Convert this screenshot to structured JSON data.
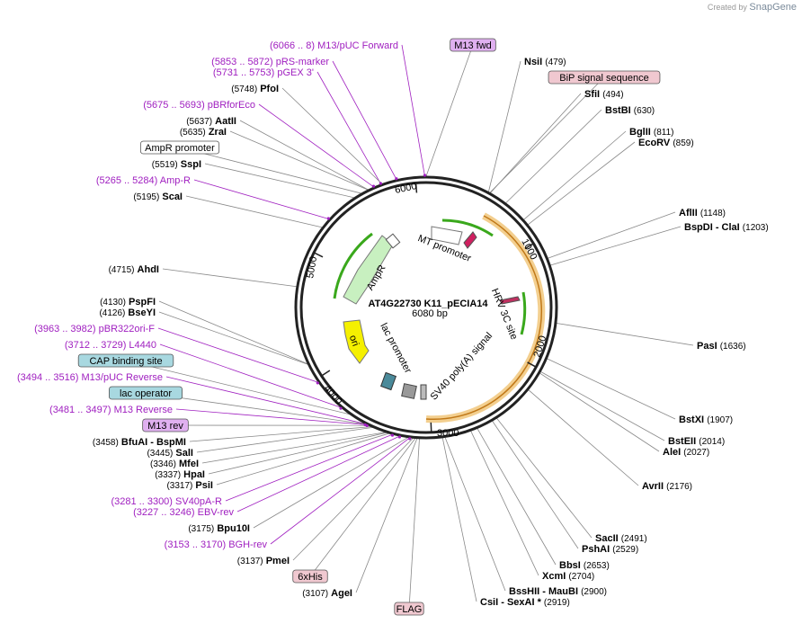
{
  "watermark": {
    "prefix": "Created by",
    "brand": "SnapGene"
  },
  "plasmid": {
    "name": "AT4G22730 K11_pECIA14",
    "length": "6080 bp",
    "total_bp": 6080
  },
  "ticks": [
    "1000",
    "2000",
    "3000",
    "4000",
    "5000",
    "6000"
  ],
  "interior_features": [
    "MT promoter",
    "HRV 3C site",
    "SV40 poly(A) signal",
    "lac promoter",
    "AmpR",
    "ori"
  ],
  "labels": [
    {
      "kind": "primer",
      "text": "(6066 .. 8)  M13/pUC Forward"
    },
    {
      "kind": "boxed-purple",
      "text": "M13 fwd"
    },
    {
      "kind": "primer",
      "text": "(5853 .. 5872)  pRS-marker"
    },
    {
      "kind": "primer",
      "text": "(5731 .. 5753)  pGEX 3'"
    },
    {
      "kind": "site",
      "coord": "(5748)",
      "name": "PfoI"
    },
    {
      "kind": "primer",
      "text": "(5675 .. 5693)  pBRforEco"
    },
    {
      "kind": "site",
      "coord": "(5637)",
      "name": "AatII"
    },
    {
      "kind": "site",
      "coord": "(5635)",
      "name": "ZraI"
    },
    {
      "kind": "boxed-white",
      "text": "AmpR promoter"
    },
    {
      "kind": "site",
      "coord": "(5519)",
      "name": "SspI"
    },
    {
      "kind": "primer",
      "text": "(5265 .. 5284)  Amp-R"
    },
    {
      "kind": "site",
      "coord": "(5195)",
      "name": "ScaI"
    },
    {
      "kind": "site",
      "coord": "(4715)",
      "name": "AhdI"
    },
    {
      "kind": "site",
      "coord": "(4130)",
      "name": "PspFI"
    },
    {
      "kind": "site",
      "coord": "(4126)",
      "name": "BseYI"
    },
    {
      "kind": "primer",
      "text": "(3963 .. 3982)  pBR322ori-F"
    },
    {
      "kind": "primer",
      "text": "(3712 .. 3729)  L4440"
    },
    {
      "kind": "boxed-teal",
      "text": "CAP binding site"
    },
    {
      "kind": "primer",
      "text": "(3494 .. 3516)  M13/pUC Reverse"
    },
    {
      "kind": "boxed-teal",
      "text": "lac operator"
    },
    {
      "kind": "primer",
      "text": "(3481 .. 3497)  M13 Reverse"
    },
    {
      "kind": "boxed-purple",
      "text": "M13 rev"
    },
    {
      "kind": "site",
      "coord": "(3458)",
      "name": "BfuAI   -  BspMI"
    },
    {
      "kind": "site",
      "coord": "(3445)",
      "name": "SalI"
    },
    {
      "kind": "site",
      "coord": "(3346)",
      "name": "MfeI"
    },
    {
      "kind": "site",
      "coord": "(3337)",
      "name": "HpaI"
    },
    {
      "kind": "site",
      "coord": "(3317)",
      "name": "PsiI"
    },
    {
      "kind": "primer",
      "text": "(3281 .. 3300)  SV40pA-R"
    },
    {
      "kind": "primer",
      "text": "(3227 .. 3246)  EBV-rev"
    },
    {
      "kind": "site",
      "coord": "(3175)",
      "name": "Bpu10I"
    },
    {
      "kind": "primer",
      "text": "(3153 .. 3170)  BGH-rev"
    },
    {
      "kind": "site",
      "coord": "(3137)",
      "name": "PmeI"
    },
    {
      "kind": "boxed-pink",
      "text": "6xHis"
    },
    {
      "kind": "site",
      "coord": "(3107)",
      "name": "AgeI"
    },
    {
      "kind": "boxed-pink",
      "text": "FLAG"
    },
    {
      "kind": "site",
      "coord": "(479)",
      "name": "NsiI"
    },
    {
      "kind": "boxed-pink",
      "text": "BiP signal sequence"
    },
    {
      "kind": "site",
      "coord": "(494)",
      "name": "SfiI"
    },
    {
      "kind": "site",
      "coord": "(630)",
      "name": "BstBI"
    },
    {
      "kind": "site",
      "coord": "(811)",
      "name": "BglII"
    },
    {
      "kind": "site",
      "coord": "(859)",
      "name": "EcoRV"
    },
    {
      "kind": "site",
      "coord": "(1148)",
      "name": "AflII"
    },
    {
      "kind": "site",
      "coord": "(1203)",
      "name": "BspDI   -  ClaI"
    },
    {
      "kind": "site",
      "coord": "(1636)",
      "name": "PasI"
    },
    {
      "kind": "site",
      "coord": "(1907)",
      "name": "BstXI"
    },
    {
      "kind": "site",
      "coord": "(2014)",
      "name": "BstEII"
    },
    {
      "kind": "site",
      "coord": "(2027)",
      "name": "AleI"
    },
    {
      "kind": "site",
      "coord": "(2176)",
      "name": "AvrII"
    },
    {
      "kind": "site",
      "coord": "(2491)",
      "name": "SacII"
    },
    {
      "kind": "site",
      "coord": "(2529)",
      "name": "PshAI"
    },
    {
      "kind": "site",
      "coord": "(2653)",
      "name": "BbsI"
    },
    {
      "kind": "site",
      "coord": "(2704)",
      "name": "XcmI"
    },
    {
      "kind": "site",
      "coord": "(2900)",
      "name": "BssHII   -  MauBI"
    },
    {
      "kind": "site",
      "coord": "(2919)",
      "name": "CsiI   -  SexAI  *"
    }
  ],
  "colors": {
    "primer": "#a020c0",
    "orange": "#e8a020",
    "green": "#3aa81c",
    "pink": "#f0c8d0",
    "teal": "#a8d8e0",
    "purple": "#e0b0f0"
  }
}
